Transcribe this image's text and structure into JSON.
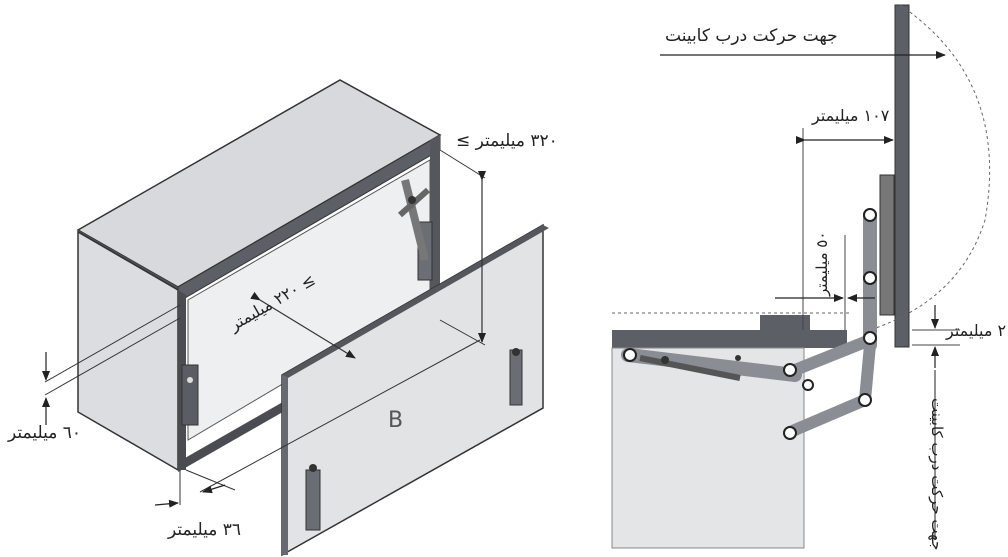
{
  "diagram": {
    "left": {
      "dim_height_320": "٣٢٠ میلیمتر ≥",
      "dim_depth_220": "≥ ٢٢٠ میلیمتر",
      "dim_60": "٦٠ میلیمتر",
      "dim_36": "٣٦ میلیمتر",
      "door_label": "B"
    },
    "right": {
      "door_motion_top": "جهت حرکت درب کابینت",
      "dim_107": "١٠٧ میلیمتر",
      "dim_50": "٥٠ میلیمتر",
      "dim_2": "٢ میلیمتر",
      "door_motion_side": "جهت حرکت درب کابینت"
    },
    "colors": {
      "panel": "#dfe0e2",
      "edge": "#4a4c52",
      "line": "#2a2a2a",
      "dark": "#5c5f66"
    }
  }
}
